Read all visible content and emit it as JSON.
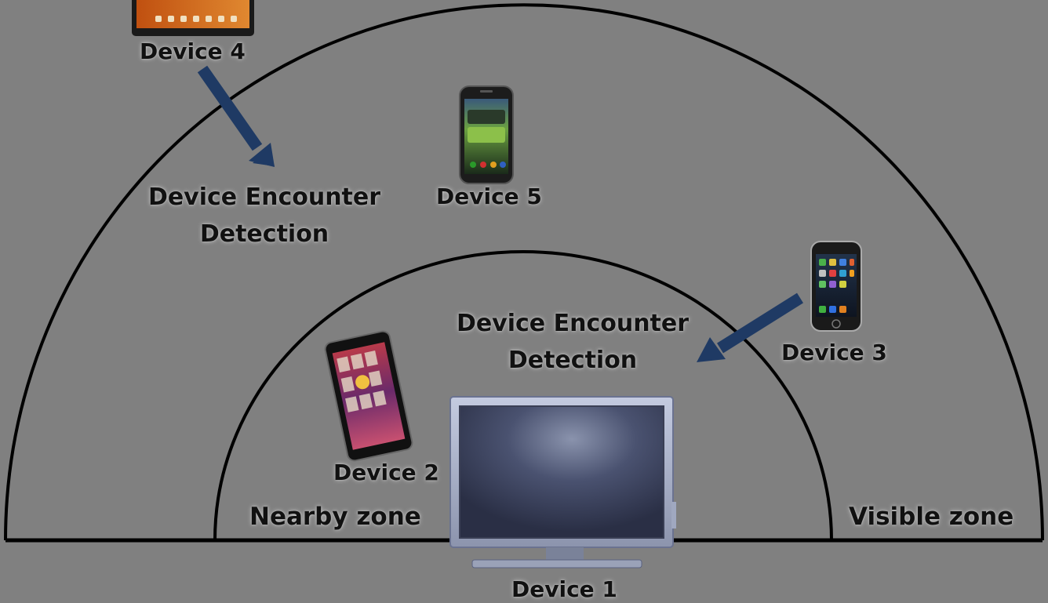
{
  "devices": {
    "device1": {
      "label": "Device 1",
      "type": "tv-icon"
    },
    "device2": {
      "label": "Device 2",
      "type": "tablet-icon"
    },
    "device3": {
      "label": "Device 3",
      "type": "phone-icon"
    },
    "device4": {
      "label": "Device 4",
      "type": "tablet-icon"
    },
    "device5": {
      "label": "Device 5",
      "type": "phone-icon"
    }
  },
  "detections": {
    "outer": {
      "line1": "Device Encounter",
      "line2": "Detection"
    },
    "inner": {
      "line1": "Device Encounter",
      "line2": "Detection"
    }
  },
  "zones": {
    "nearby": "Nearby zone",
    "visible": "Visible zone"
  },
  "colors": {
    "background": "#808080",
    "arrow": "#1f3a64",
    "zone_line": "#000000"
  }
}
